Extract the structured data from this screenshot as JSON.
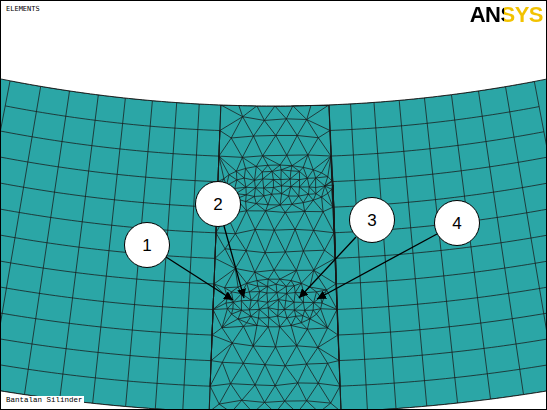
{
  "diagram": {
    "nodes": [
      {
        "text": [
          "1"
        ]
      },
      {
        "text": [
          "2"
        ]
      },
      {
        "text": [
          "3"
        ]
      },
      {
        "text": [
          "4"
        ]
      }
    ],
    "labels": [
      "ELEMENTS",
      "ANSYS",
      "Bantalan Silinder"
    ]
  }
}
